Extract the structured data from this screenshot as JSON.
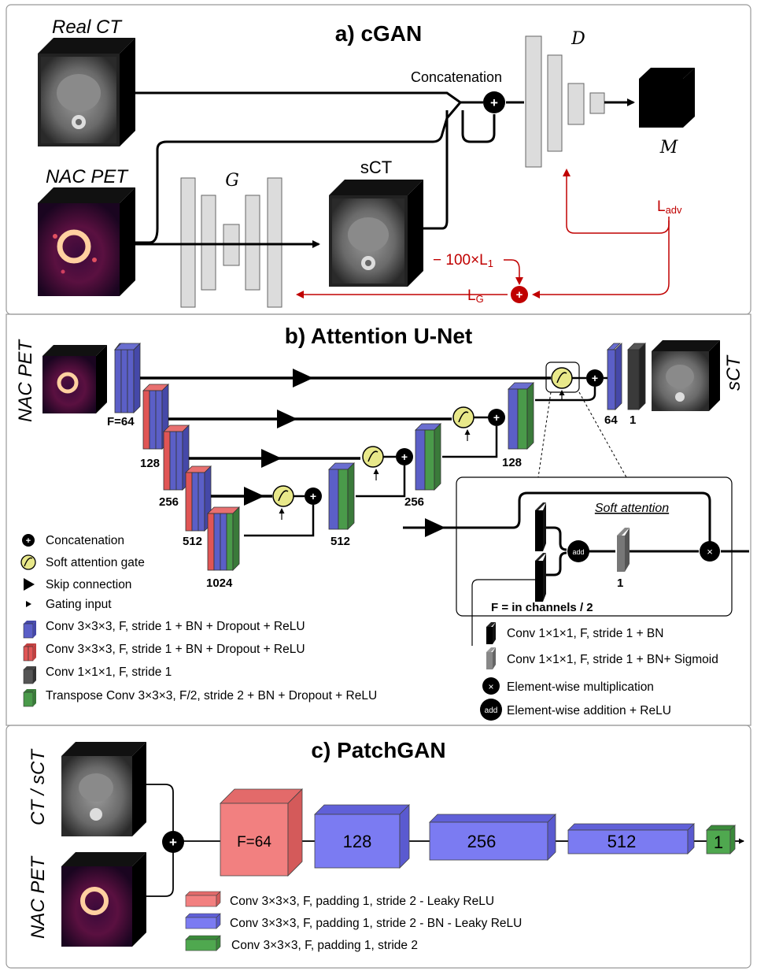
{
  "colors": {
    "blue": "#5b5fc7",
    "red": "#e05555",
    "green": "#4a9a4a",
    "gray": "#dcdcdc",
    "loss_red": "#c00000",
    "attention_yellow": "#e8e88a",
    "patch_red": "#f28080",
    "patch_blue": "#7b7bf2",
    "patch_green": "#4fa84f"
  },
  "panel_a": {
    "title": "a) cGAN",
    "real_ct": "Real CT",
    "nac_pet": "NAC PET",
    "sct": "sCT",
    "g": "G",
    "d": "D",
    "m": "M",
    "concatenation": "Concatenation",
    "loss_l1": "− 100×L",
    "loss_l1_sub": "1",
    "loss_adv": "L",
    "loss_adv_sub": "adv",
    "loss_g": "L",
    "loss_g_sub": "G"
  },
  "panel_b": {
    "title": "b) Attention U-Net",
    "nac_pet": "NAC PET",
    "sct": "sCT",
    "f64": "F=64",
    "n128": "128",
    "n256": "256",
    "n512": "512",
    "n1024": "1024",
    "d512": "512",
    "d256": "256",
    "d128": "128",
    "d64": "64",
    "d1": "1",
    "soft_attention": "Soft attention",
    "add": "add",
    "inset_1": "1",
    "inset_f": "F = in channels / 2",
    "legend_left": [
      "Concatenation",
      "Soft attention gate",
      "Skip connection",
      "Gating input",
      "Conv 3×3×3, F, stride 1 + BN + Dropout + ReLU",
      "Conv 3×3×3, F, stride 1 + BN + Dropout + ReLU",
      "Conv 1×1×1, F, stride 1",
      "Transpose Conv 3×3×3, F/2, stride 2 + BN + Dropout + ReLU"
    ],
    "legend_right": [
      "Conv 1×1×1, F, stride 1 + BN",
      "Conv 1×1×1, F, stride 1 + BN+ Sigmoid",
      "Element-wise multiplication",
      "Element-wise addition + ReLU"
    ]
  },
  "panel_c": {
    "title": "c) PatchGAN",
    "ct_sct": "CT / sCT",
    "nac_pet": "NAC PET",
    "f64": "F=64",
    "n128": "128",
    "n256": "256",
    "n512": "512",
    "n1": "1",
    "legend": [
      "Conv 3×3×3, F, padding 1, stride 2 - Leaky ReLU",
      "Conv 3×3×3, F,  padding 1, stride 2 - BN - Leaky ReLU",
      "Conv 3×3×3, F, padding 1, stride 2"
    ]
  }
}
